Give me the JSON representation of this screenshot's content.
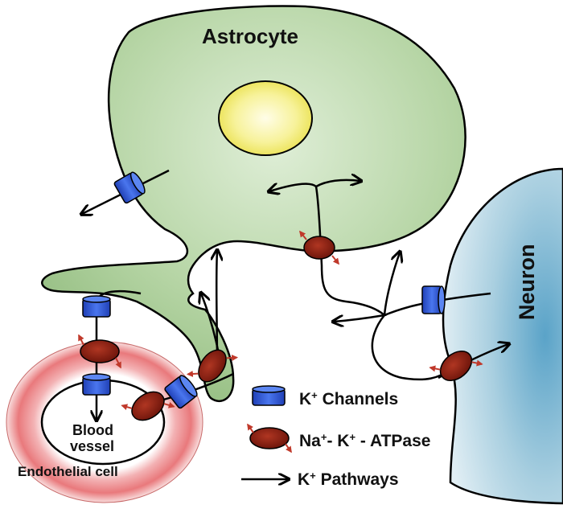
{
  "labels": {
    "astrocyte": "Astrocyte",
    "neuron": "Neuron",
    "blood_vessel_line1": "Blood",
    "blood_vessel_line2": "vessel",
    "endothelial_cell": "Endothelial cell"
  },
  "legend": {
    "channels": {
      "k_sup": "+",
      "text": " Channels",
      "prefix": "K"
    },
    "atpase": {
      "na": "Na",
      "plus1": "+",
      "mid": "- K",
      "plus2": "+",
      "tail": " - ATPase"
    },
    "pathways": {
      "prefix": "K",
      "k_sup": "+",
      "text": " Pathways"
    }
  },
  "colors": {
    "astrocyte_fill": "#a9cc99",
    "nucleus": "#f4f07a",
    "neuron_fill": "#9cc8dc",
    "endothelial_ring": "#e8767a",
    "channel": "#2f56d8",
    "atpase": "#8b1a10",
    "atpase_arrow": "#c0392b"
  }
}
